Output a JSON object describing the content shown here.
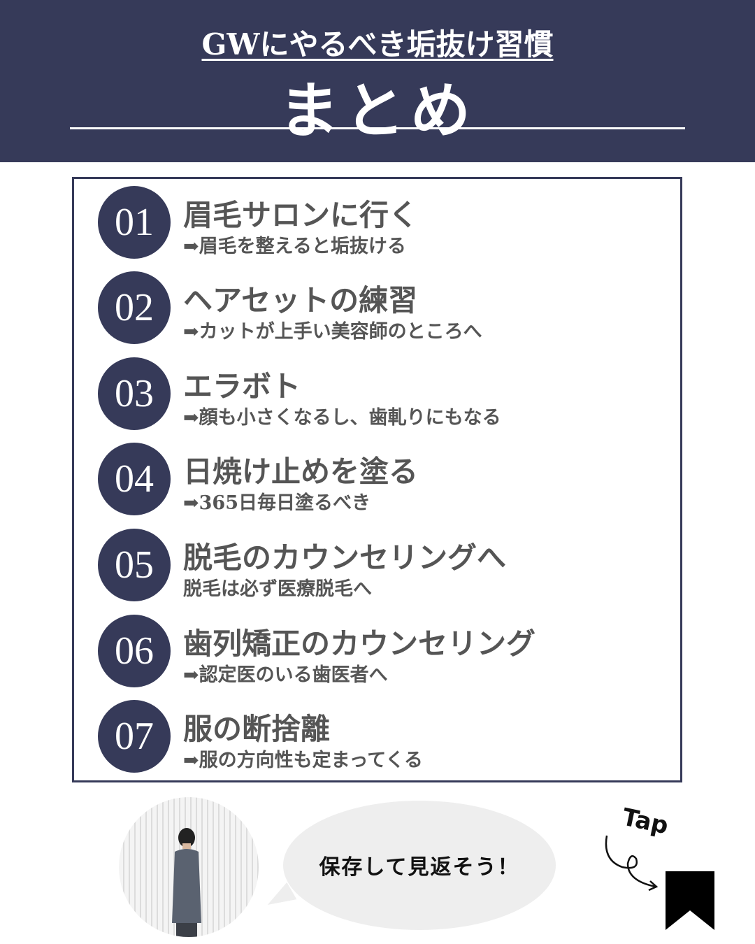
{
  "header": {
    "subtitle": "GWにやるべき垢抜け習慣",
    "title": "まとめ"
  },
  "items": [
    {
      "number": "01",
      "title": "眉毛サロンに行く",
      "note": "➡眉毛を整えると垢抜ける"
    },
    {
      "number": "02",
      "title": "ヘアセットの練習",
      "note": "➡カットが上手い美容師のところへ"
    },
    {
      "number": "03",
      "title": "エラボト",
      "note": "➡顔も小さくなるし、歯軋りにもなる"
    },
    {
      "number": "04",
      "title": "日焼け止めを塗る",
      "note": "➡365日毎日塗るべき"
    },
    {
      "number": "05",
      "title": "脱毛のカウンセリングへ",
      "note": "脱毛は必ず医療脱毛へ"
    },
    {
      "number": "06",
      "title": "歯列矯正のカウンセリング",
      "note": "➡認定医のいる歯医者へ"
    },
    {
      "number": "07",
      "title": "服の断捨離",
      "note": "➡服の方向性も定まってくる"
    }
  ],
  "footer": {
    "bubble_text": "保存して見返そう！",
    "tap_label": "Tap"
  },
  "colors": {
    "navy": "#363a59",
    "text": "#555555",
    "bubble": "#eeeeee"
  }
}
